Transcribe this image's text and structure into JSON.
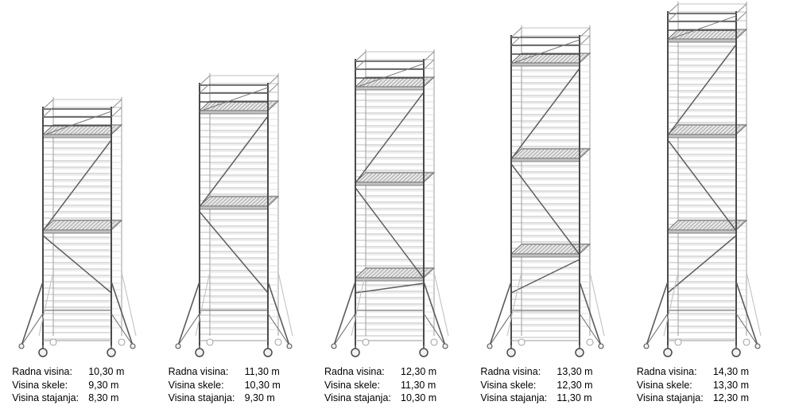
{
  "illustration": {
    "type": "mobile-scaffold-tower",
    "line_color": "#4a4a4a",
    "light_color": "#b8b8b8",
    "background": "#ffffff"
  },
  "towers": [
    {
      "id": "tower-1",
      "specs": [
        {
          "label": "Radna visina:",
          "value": "10,30 m"
        },
        {
          "label": "Visina skele:",
          "value": "9,30 m"
        },
        {
          "label": "Visina stajanja:",
          "value": "8,30 m"
        }
      ]
    },
    {
      "id": "tower-2",
      "specs": [
        {
          "label": "Radna visina:",
          "value": "11,30 m"
        },
        {
          "label": "Visina skele:",
          "value": "10,30 m"
        },
        {
          "label": "Visina stajanja:",
          "value": "9,30 m"
        }
      ]
    },
    {
      "id": "tower-3",
      "specs": [
        {
          "label": "Radna visina:",
          "value": "12,30 m"
        },
        {
          "label": "Visina skele:",
          "value": "11,30 m"
        },
        {
          "label": "Visina stajanja:",
          "value": "10,30 m"
        }
      ]
    },
    {
      "id": "tower-4",
      "specs": [
        {
          "label": "Radna visina:",
          "value": "13,30 m"
        },
        {
          "label": "Visina skele:",
          "value": "12,30 m"
        },
        {
          "label": "Visina stajanja:",
          "value": "11,30 m"
        }
      ]
    },
    {
      "id": "tower-5",
      "specs": [
        {
          "label": "Radna visina:",
          "value": "14,30 m"
        },
        {
          "label": "Visina skele:",
          "value": "13,30 m"
        },
        {
          "label": "Visina stajanja:",
          "value": "12,30 m"
        }
      ]
    }
  ]
}
